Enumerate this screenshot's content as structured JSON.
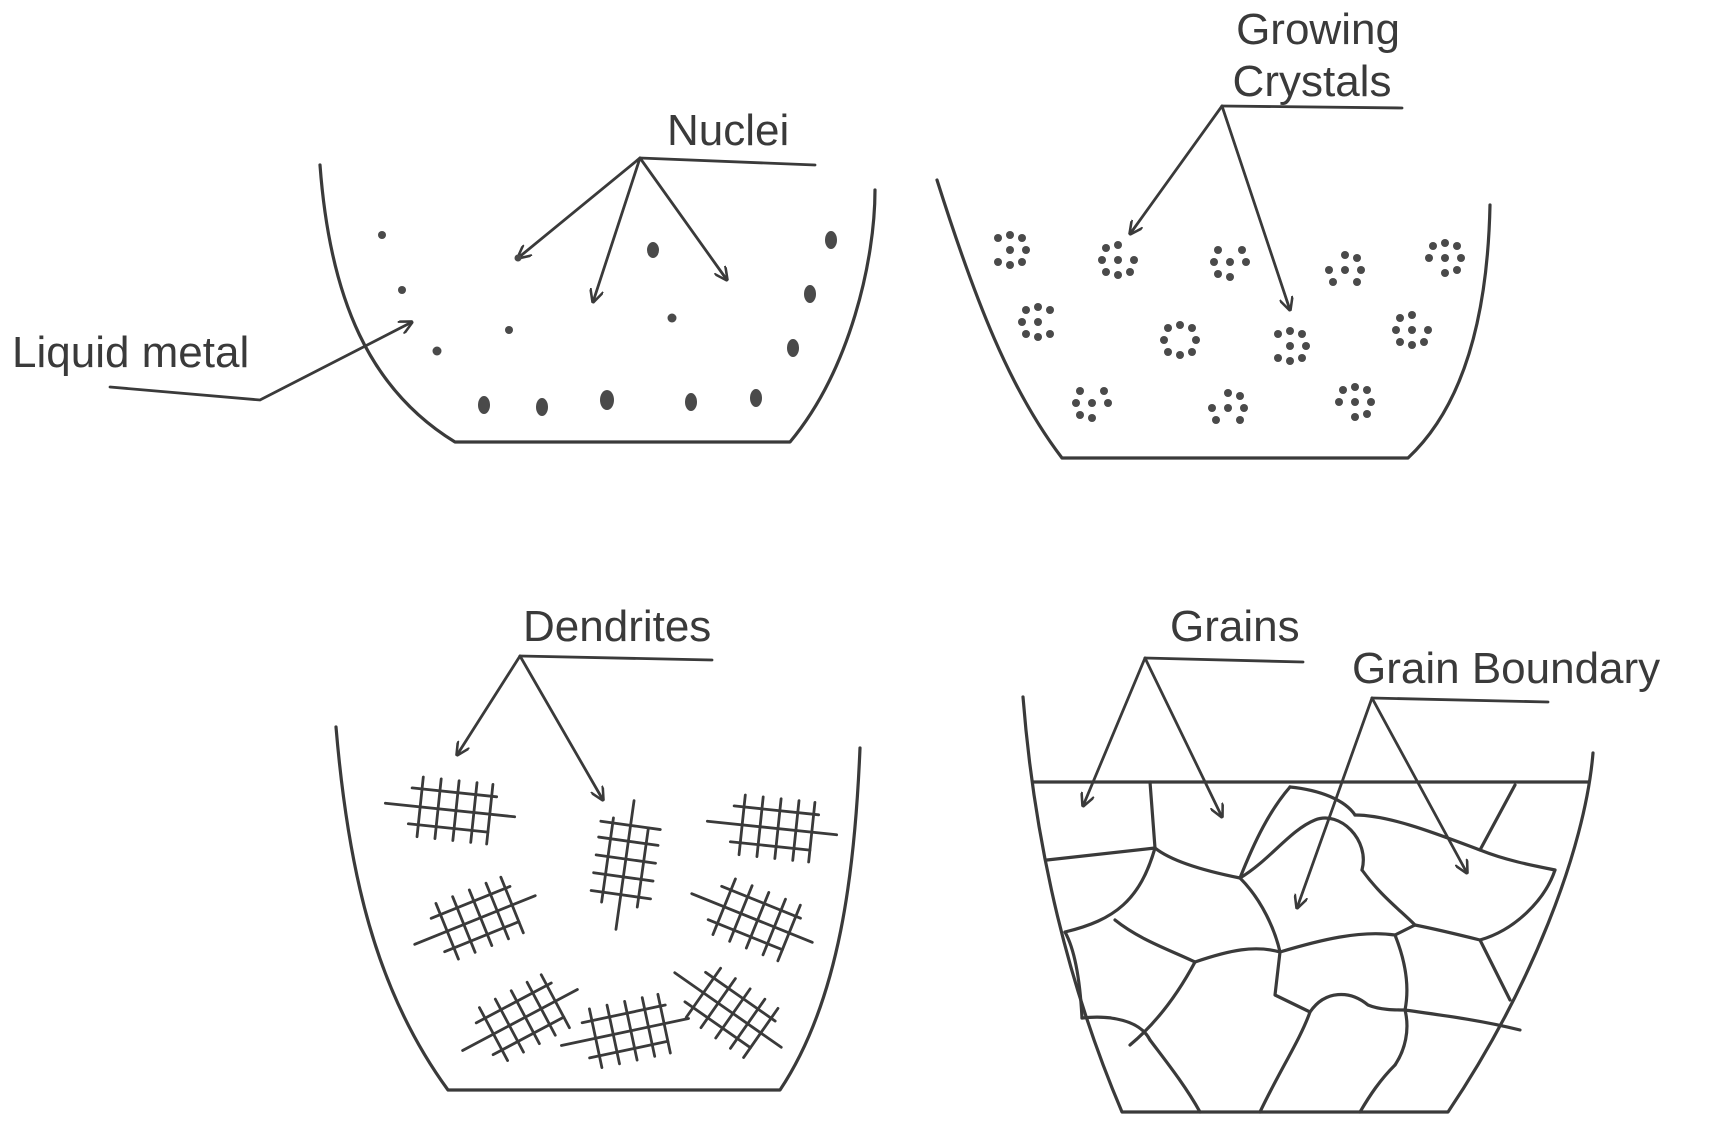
{
  "labels": {
    "nuclei": "Nuclei",
    "liquid_metal": "Liquid metal",
    "growing_1": "Growing",
    "growing_2": "Crystals",
    "dendrites": "Dendrites",
    "grains": "Grains",
    "grain_boundary": "Grain Boundary"
  },
  "colors": {
    "ink": "#3a3a3a",
    "background": "#ffffff"
  }
}
